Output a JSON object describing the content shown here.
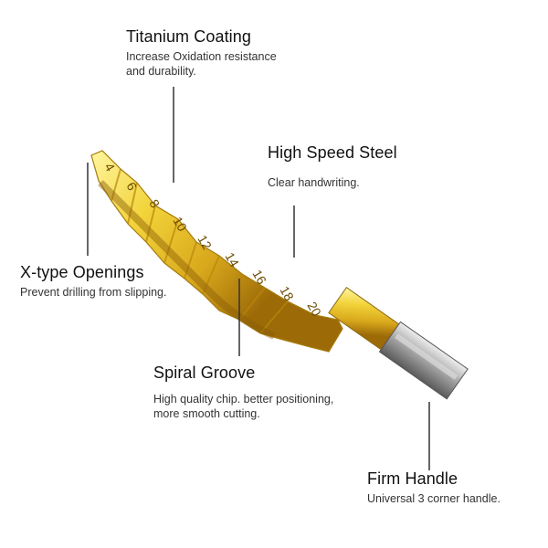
{
  "callouts": {
    "titanium": {
      "title": "Titanium Coating",
      "desc": "Increase Oxidation resistance\nand durability."
    },
    "hss": {
      "title": "High Speed Steel",
      "desc": "Clear handwriting."
    },
    "xtype": {
      "title": "X-type Openings",
      "desc": "Prevent drilling from slipping."
    },
    "spiral": {
      "title": "Spiral Groove",
      "desc": "High quality chip. better positioning,\nmore smooth cutting."
    },
    "handle": {
      "title": "Firm Handle",
      "desc": "Universal 3 corner handle."
    }
  },
  "drill": {
    "step_labels": [
      "4",
      "6",
      "8",
      "10",
      "12",
      "14",
      "16",
      "18",
      "20"
    ]
  },
  "colors": {
    "gold_light": "#f5e04a",
    "gold_dark": "#b8860b",
    "steel": "#a8a8a8"
  }
}
